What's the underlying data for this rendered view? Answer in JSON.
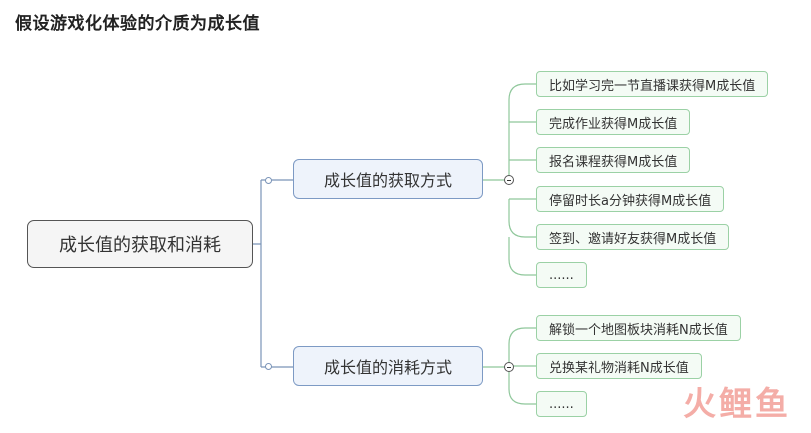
{
  "title": "假设游戏化体验的介质为成长值",
  "root": "成长值的获取和消耗",
  "branches": [
    {
      "label": "成长值的获取方式",
      "items": [
        "比如学习完一节直播课获得M成长值",
        "完成作业获得M成长值",
        "报名课程获得M成长值",
        "停留时长a分钟获得M成长值",
        "签到、邀请好友获得M成长值",
        "......"
      ]
    },
    {
      "label": "成长值的消耗方式",
      "items": [
        "解锁一个地图板块消耗N成长值",
        "兑换某礼物消耗N成长值",
        "......"
      ]
    }
  ],
  "watermark": "火鲤鱼",
  "colors": {
    "root_border": "#555555",
    "mid_fill": "#eef3fb",
    "mid_border": "#7d9ac4",
    "leaf_fill": "#f4fbf5",
    "leaf_border": "#9bd1a5",
    "watermark": "#f4a9a3"
  }
}
